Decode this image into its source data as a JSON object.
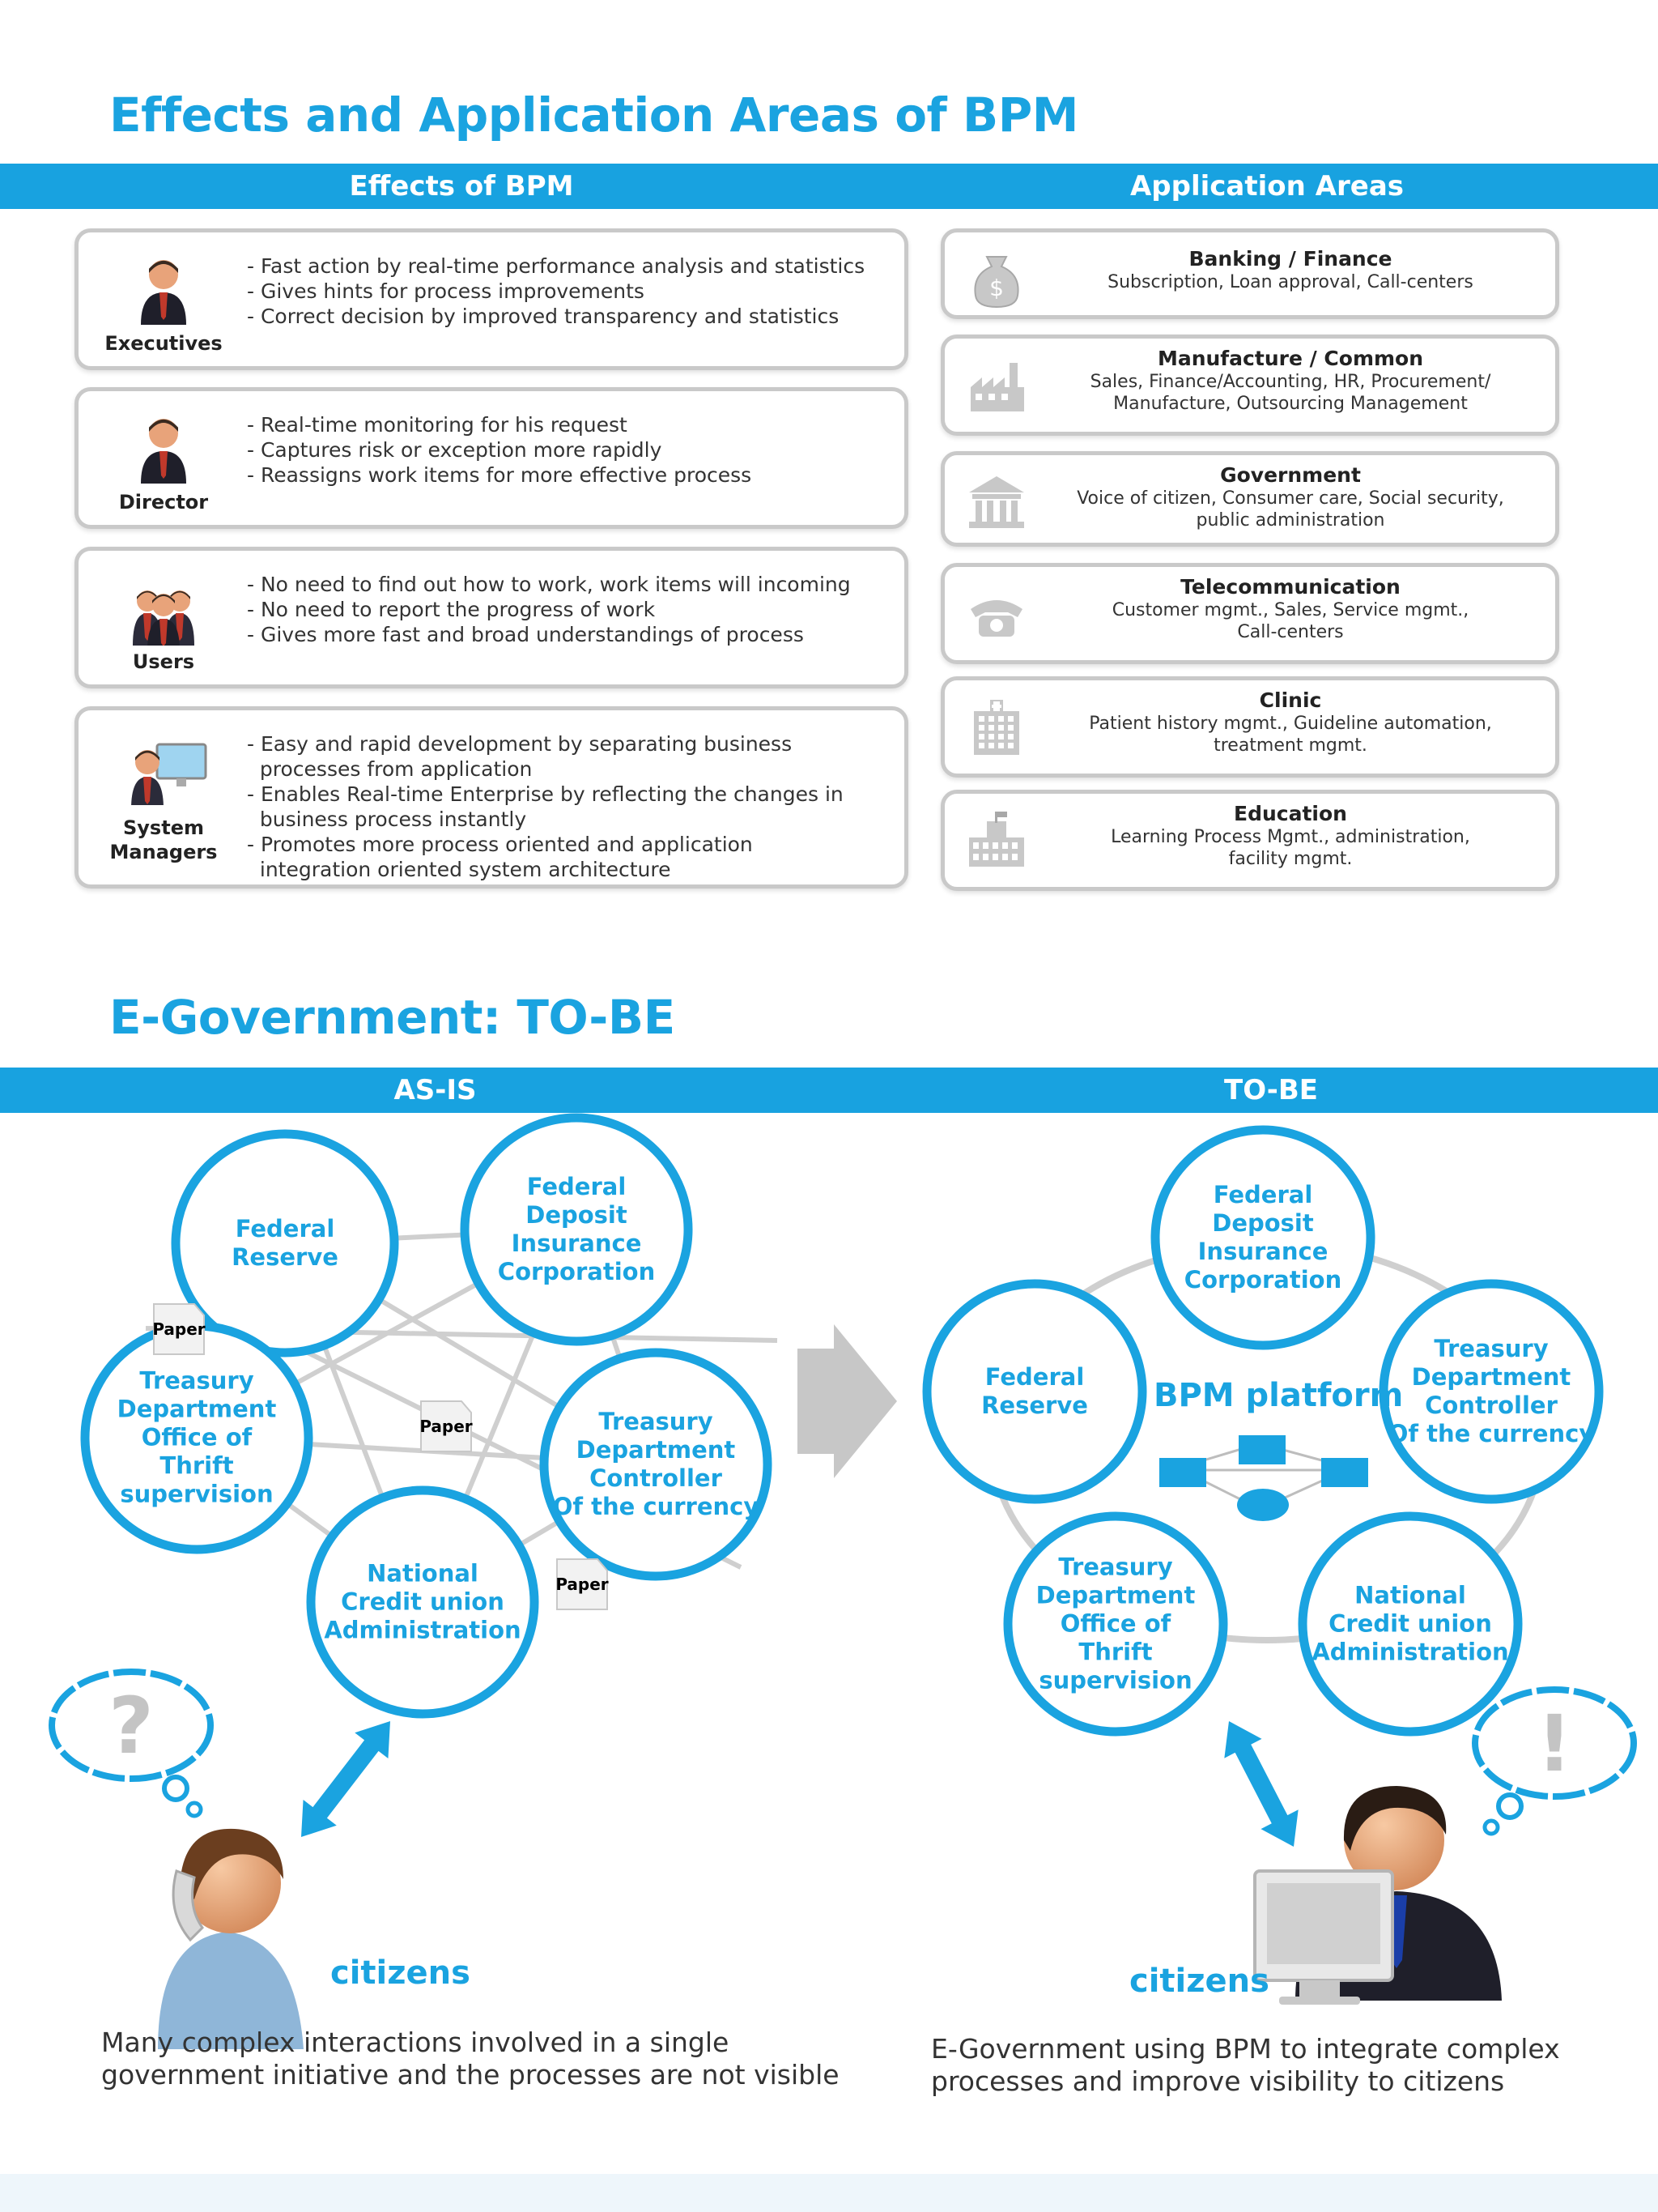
{
  "section1": {
    "title": "Effects and Application Areas of BPM",
    "band_left": "Effects of BPM",
    "band_right": "Application Areas",
    "roles": [
      {
        "label": "Executives",
        "icon": "executive-person-icon",
        "bullets": [
          "- Fast action by real-time performance analysis and statistics",
          "- Gives hints for process improvements",
          "- Correct decision by improved transparency and statistics"
        ]
      },
      {
        "label": "Director",
        "icon": "director-person-icon",
        "bullets": [
          "- Real-time monitoring for his request",
          "- Captures risk or exception more rapidly",
          "- Reassigns work items for more effective process"
        ]
      },
      {
        "label": "Users",
        "icon": "users-group-icon",
        "bullets": [
          "- No need to find out how to work, work items will incoming",
          "- No need to report the progress of work",
          "- Gives more fast and broad understandings of process"
        ]
      },
      {
        "label": "System\nManagers",
        "icon": "system-manager-computer-icon",
        "bullets": [
          "- Easy and rapid development by separating business",
          "  processes from application",
          "- Enables Real-time Enterprise by reflecting the changes in",
          "  business process instantly",
          "- Promotes more process oriented and application",
          "  integration oriented system architecture"
        ]
      }
    ],
    "areas": [
      {
        "title": "Banking / Finance",
        "icon": "money-bag-icon",
        "desc": [
          "Subscription, Loan approval, Call-centers"
        ]
      },
      {
        "title": "Manufacture / Common",
        "icon": "factory-icon",
        "desc": [
          "Sales, Finance/Accounting, HR, Procurement/",
          "Manufacture, Outsourcing Management"
        ]
      },
      {
        "title": "Government",
        "icon": "government-building-icon",
        "desc": [
          "Voice of citizen, Consumer care, Social security,",
          "public administration"
        ]
      },
      {
        "title": "Telecommunication",
        "icon": "telephone-icon",
        "desc": [
          "Customer mgmt., Sales, Service mgmt.,",
          "Call-centers"
        ]
      },
      {
        "title": "Clinic",
        "icon": "hospital-icon",
        "desc": [
          "Patient history mgmt., Guideline automation,",
          "treatment mgmt."
        ]
      },
      {
        "title": "Education",
        "icon": "school-icon",
        "desc": [
          "Learning Process Mgmt., administration,",
          "facility mgmt."
        ]
      }
    ]
  },
  "section2": {
    "title": "E-Government: TO-BE",
    "band_left": "AS-IS",
    "band_right": "TO-BE",
    "asis_nodes": [
      {
        "label": "Federal\nReserve"
      },
      {
        "label": "Federal\nDeposit\nInsurance\nCorporation"
      },
      {
        "label": "Treasury\nDepartment\nOffice of\nThrift\nsupervision"
      },
      {
        "label": "Treasury\nDepartment\nController\nOf the currency"
      },
      {
        "label": "National\nCredit union\nAdministration"
      }
    ],
    "paper_labels": [
      "Paper",
      "Paper",
      "Paper"
    ],
    "tobe_nodes": [
      {
        "label": "Federal\nDeposit\nInsurance\nCorporation"
      },
      {
        "label": "Federal\nReserve"
      },
      {
        "label": "Treasury\nDepartment\nController\nOf the currency"
      },
      {
        "label": "Treasury\nDepartment\nOffice of\nThrift\nsupervision"
      },
      {
        "label": "National\nCredit union\nAdministration"
      }
    ],
    "bpm_platform": "BPM platform",
    "citizens_left": "citizens",
    "citizens_right": "citizens",
    "caption_left": [
      "Many complex interactions involved in a single",
      "government initiative and the processes are not visible"
    ],
    "caption_right": [
      "E-Government using BPM to integrate complex",
      "processes and improve visibility to citizens"
    ],
    "colors": {
      "accent": "#1aa3e0",
      "band": "#18a2e0",
      "card_border": "#c9c9c9"
    }
  }
}
